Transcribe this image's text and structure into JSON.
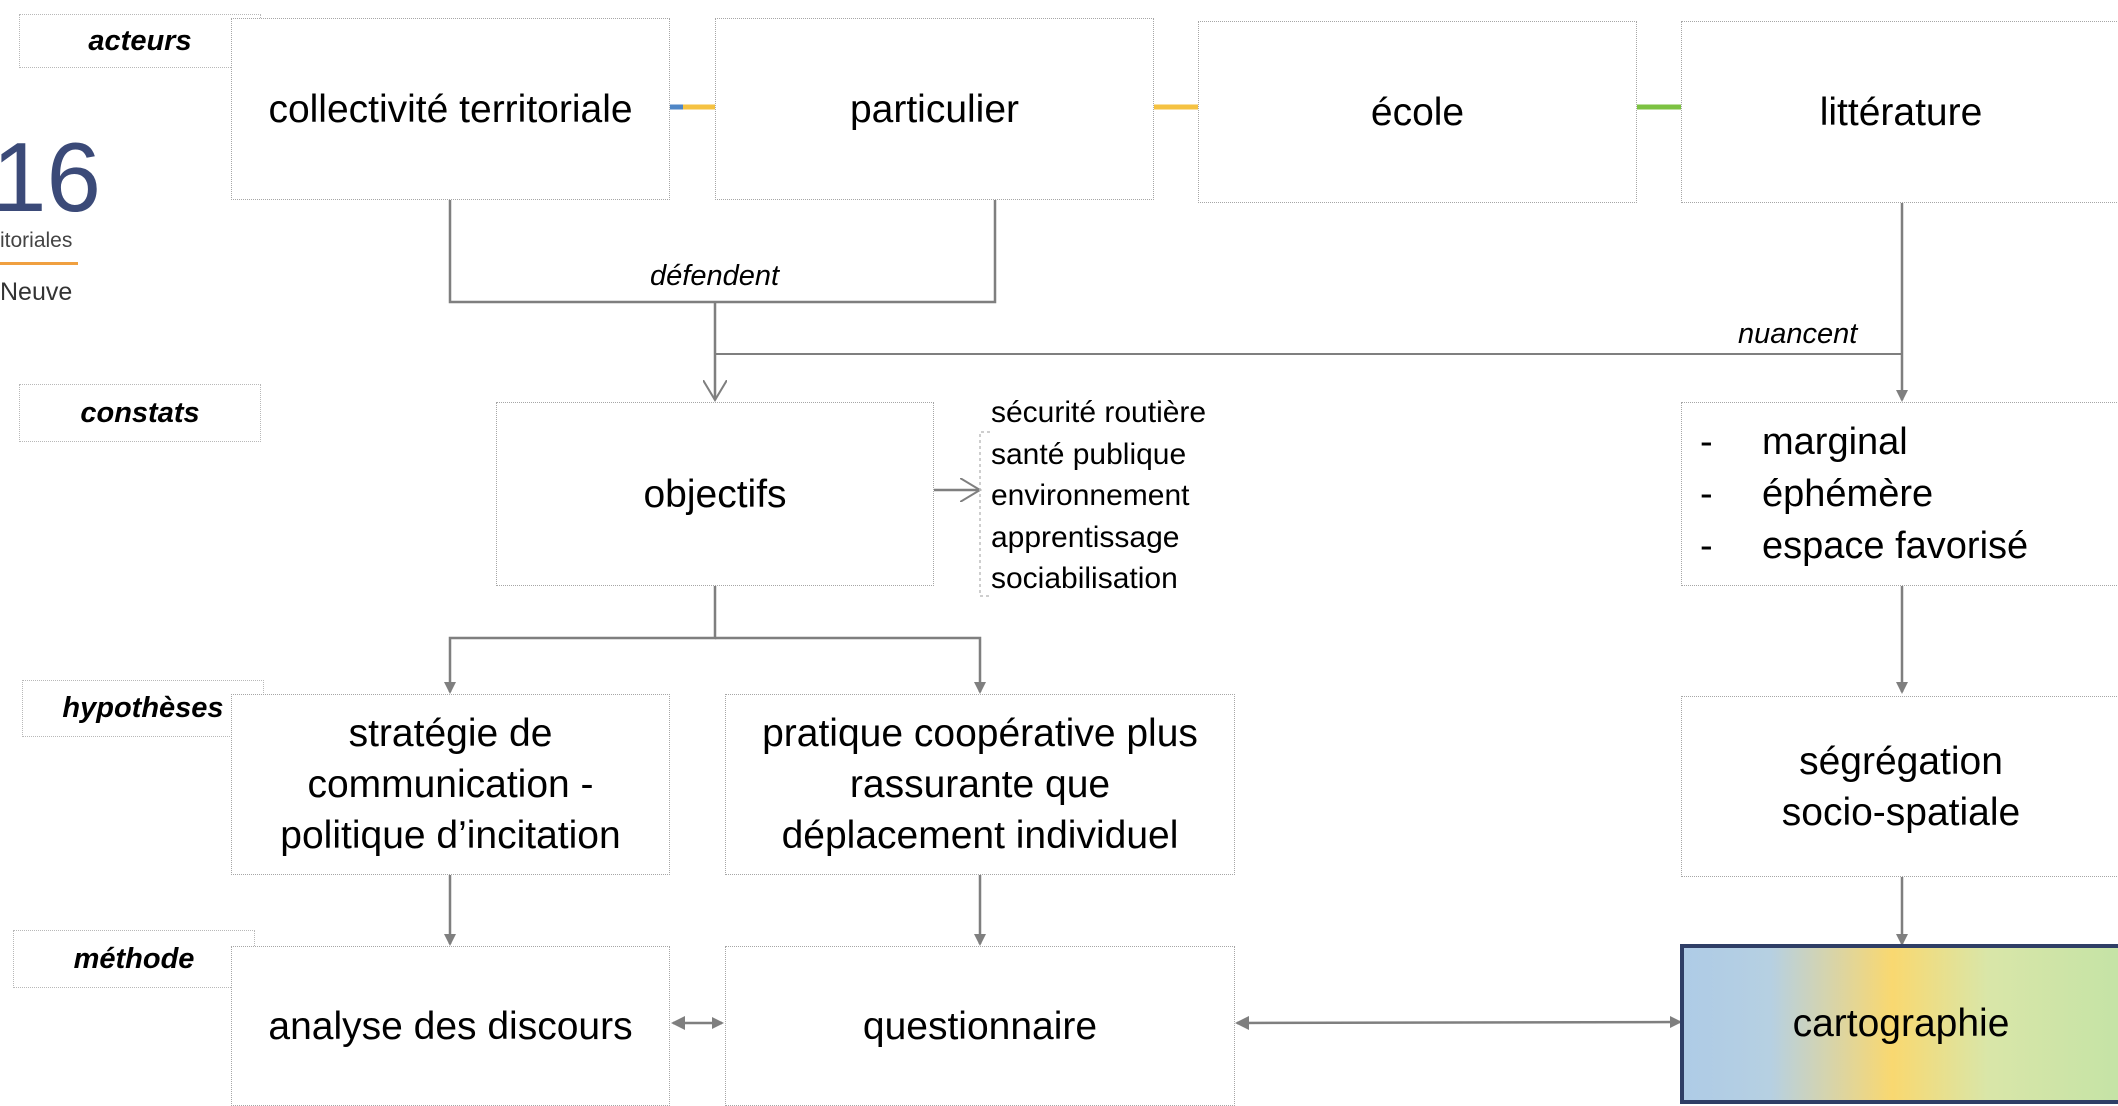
{
  "rows": {
    "acteurs": "acteurs",
    "constats": "constats",
    "hypotheses": "hypothèses",
    "methode": "méthode"
  },
  "logo": {
    "number": "16",
    "subtitle": "itoriales",
    "place": "Neuve",
    "accent_color": "#f0a040",
    "number_color": "#3b4a78"
  },
  "acteurs": {
    "collectivite": "collectivité territoriale",
    "particulier": "particulier",
    "ecole": "école",
    "litterature": "littérature"
  },
  "edges": {
    "defendent": "défendent",
    "nuancent": "nuancent"
  },
  "constats": {
    "objectifs": "objectifs",
    "objectifs_list": [
      "sécurité routière",
      "santé publique",
      "environnement",
      "apprentissage",
      "sociabilisation"
    ],
    "litterature_list": [
      "marginal",
      "éphémère",
      "espace favorisé"
    ],
    "dash": "-"
  },
  "hypotheses": {
    "strategie": [
      "stratégie de",
      "communication -",
      "politique d’incitation"
    ],
    "pratique": [
      "pratique coopérative plus",
      "rassurante que",
      "déplacement individuel"
    ],
    "segregation": [
      "ségrégation",
      "socio-spatiale"
    ]
  },
  "methode": {
    "analyse": "analyse des discours",
    "questionnaire": "questionnaire",
    "cartographie": "cartographie"
  },
  "colors": {
    "connector": "#7f7f7f",
    "link_yellow": "#f5c242",
    "link_green": "#7cc242",
    "link_blue": "#4f86c6",
    "carto_border": "#2f3e66"
  }
}
